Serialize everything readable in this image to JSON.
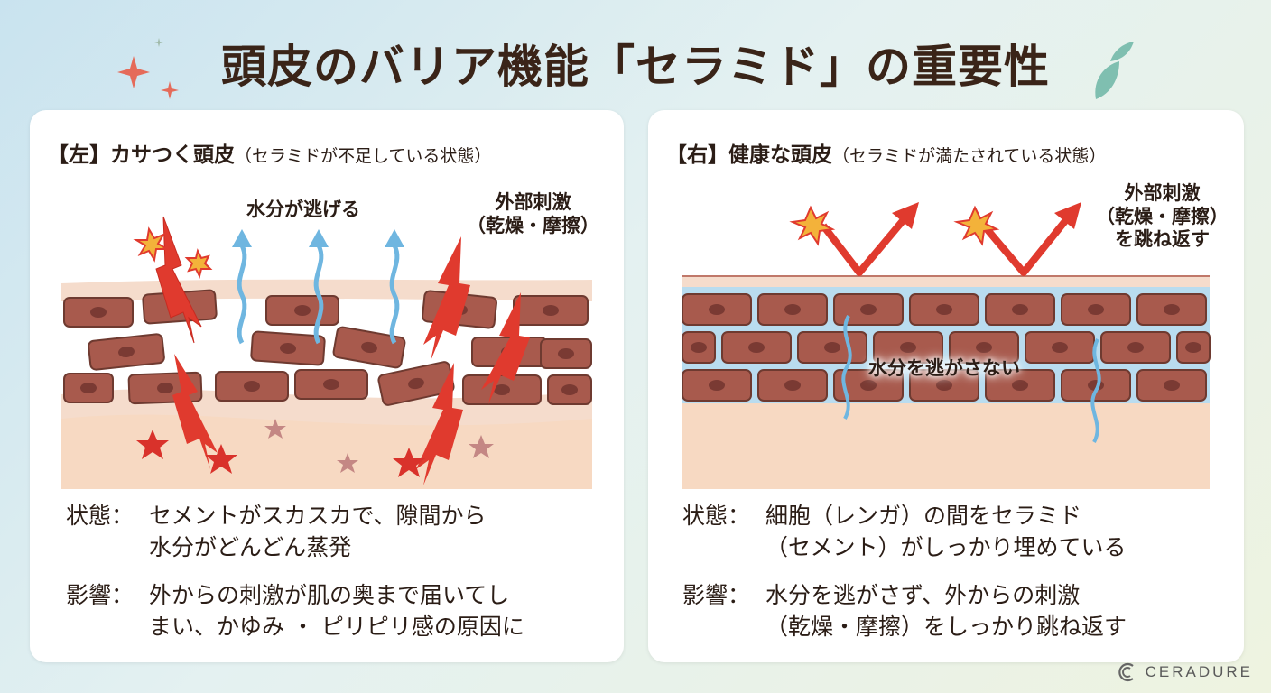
{
  "title": "頭皮のバリア機能「セラミド」の重要性",
  "left": {
    "heading": "【左】カサつく頭皮",
    "heading_sub": "（セラミドが不足している状態）",
    "label_water": "水分が逃げる",
    "label_stimulus_1": "外部刺激",
    "label_stimulus_2": "（乾燥・摩擦）",
    "state_key": "状態：",
    "state_line1": "セメントがスカスカで、隙間から",
    "state_line2": "水分がどんどん蒸発",
    "effect_key": "影響：",
    "effect_line1": "外からの刺激が肌の奥まで届いてし",
    "effect_line2": "まい、かゆみ ・ ピリピリ感の原因に"
  },
  "right": {
    "heading": "【右】健康な頭皮",
    "heading_sub": "（セラミドが満たされている状態）",
    "label_stimulus_1": "外部刺激",
    "label_stimulus_2": "（乾燥・摩擦）",
    "label_stimulus_3": "を跳ね返す",
    "label_water": "水分を逃がさない",
    "state_key": "状態：",
    "state_line1": "細胞（レンガ）の間をセラミド",
    "state_line2": "（セメント）がしっかり埋めている",
    "effect_key": "影響：",
    "effect_line1": "水分を逃がさず、外からの刺激",
    "effect_line2": "（乾燥・摩擦）をしっかり跳ね返す"
  },
  "brand": {
    "name": "CERADURE"
  },
  "colors": {
    "brick": "#a85a4d",
    "brick_nucleus": "#7a3a33",
    "ceramide_blue": "#b9dcef",
    "skin": "#f7d9c2",
    "arrow_red": "#e03a2e",
    "water_blue": "#6fb6e0"
  }
}
